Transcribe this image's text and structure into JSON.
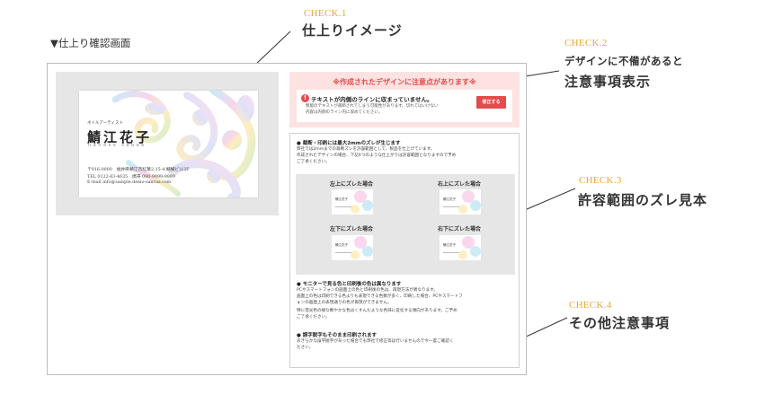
{
  "heading": "▼仕上り確認画面",
  "checks": [
    {
      "label": "CHECK.1",
      "title": "仕上りイメージ"
    },
    {
      "label": "CHECK.2",
      "title_line1": "デザインに不備があると",
      "title_line2": "注意事項表示"
    },
    {
      "label": "CHECK.3",
      "title": "許容範囲のズレ見本"
    },
    {
      "label": "CHECK.4",
      "title": "その他注意事項"
    }
  ],
  "card": {
    "role": "ネイルアーティスト",
    "name": "鯖江花子",
    "romaji": "hanako sabae",
    "address": "〒916-0000　福井県鯖江市紅葉2-15-4 鯖鯖ビル2F",
    "tel": "TEL 0122-63-4635　携帯 090-9999-9999",
    "email": "E-mail info@sample.demo-sanvas.com"
  },
  "warning": {
    "banner": "※作成されたデザインに注意点があります※",
    "icon": "!",
    "headline": "テキストが内側のラインに収まっていません。",
    "body_line1": "製版のテキストが裁断されてしまう可能性があります。切れてはいけない",
    "body_line2": "内容は内側のライン内に収めてください。",
    "fix_button": "修正する"
  },
  "notes": {
    "n1_head": "● 裁断・印刷には最大2mmのズレが生じます",
    "n1_l1": "弊社では2mmまでの裁断ズレを許容範囲として、製品を仕上げています。",
    "n1_l2": "作成されたデザインの場合、下記4つのような仕上がりは許容範囲となりますので予め",
    "n1_l3": "ご了承ください。",
    "samples": {
      "top_left": "左上にズレた場合",
      "top_right": "右上にズレた場合",
      "bottom_left": "左下にズレた場合",
      "bottom_right": "右下にズレた場合",
      "mini_name": "鯖江花子"
    },
    "n2_head": "● モニターで見る色と印刷後の色は異なります",
    "n2_l1": "PCやスマートフォンの画面上の色と印刷後の色は、再現方法が異なります。",
    "n2_l2": "画面上の色は印刷できる色よりも表現できる色数が多く、印刷した場合、PCやスマートフ",
    "n2_l3": "ォンの画面上の表現通りの色が再現ができません。",
    "n2_l4": "特に蛍光色の様な鮮やかな色はくすんだような色味に変化する傾向があります。ご予め",
    "n2_l5": "ご了承ください。",
    "n3_head": "● 誤字脱字もそのまま印刷されます",
    "n3_l1": "あきらかな誤字脱字があった場合でも弊社で修正等は行いませんので今一度ご確認く",
    "n3_l2": "ださい。"
  },
  "colors": {
    "accent_orange": "#e8a637",
    "warning_red": "#e34b4b",
    "warning_bg": "#fde2e2"
  }
}
